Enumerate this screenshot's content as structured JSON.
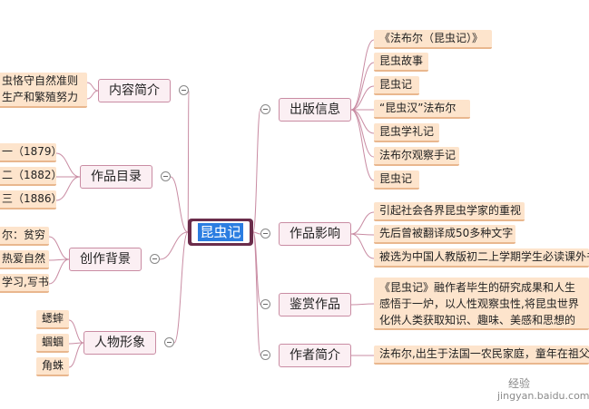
{
  "root": {
    "label": "昆虫记"
  },
  "branches": {
    "publish": {
      "label": "出版信息",
      "leaves": [
        "《法布尔（昆虫记）》",
        "昆虫故事",
        "昆虫记",
        "“昆虫汉”法布尔",
        "昆虫学礼记",
        "法布尔观察手记",
        "昆虫记"
      ]
    },
    "influence": {
      "label": "作品影响",
      "leaves": [
        "引起社会各界昆虫学家的重视",
        "先后曾被翻译成50多种文字",
        "被选为中国人教版初二上学期学生必读课外书"
      ]
    },
    "appreciation": {
      "label": "鉴赏作品",
      "leaves": [
        "《昆虫记》融作者毕生的研究成果和人生感悟于一炉，以人性观察虫性,将昆虫世界化供人类获取知识、趣味、美感和思想的美文"
      ]
    },
    "author": {
      "label": "作者简介",
      "leaves": [
        "法布尔,出生于法国一农民家庭，童年在祖父母家度过"
      ]
    },
    "summary": {
      "label": "内容简介",
      "leaves": [
        "虫恪守自然准则",
        "生产和繁殖努力"
      ]
    },
    "catalog": {
      "label": "作品目录",
      "leaves": [
        "一（1879）",
        "二（1882）",
        "三（1886）"
      ]
    },
    "background": {
      "label": "创作背景",
      "leaves": [
        "尔：贫穷",
        "热爱自然",
        "学习,写书"
      ]
    },
    "characters": {
      "label": "人物形象",
      "leaves": [
        "蟋蟀",
        "蝈蝈",
        "角蛛"
      ]
    }
  },
  "watermark": {
    "line1": "经验",
    "line2": "jingyan.baidu.com"
  },
  "colors": {
    "root": "#6b2d4b",
    "root_highlight": "#2b7de1",
    "branch_fill": "#fbeff3",
    "branch_border": "#c98ca3",
    "leaf_fill": "#fde4cc",
    "link": "#c98ca3"
  }
}
